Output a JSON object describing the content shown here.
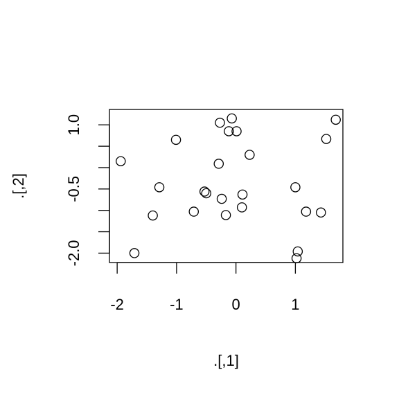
{
  "chart_data": {
    "type": "scatter",
    "title": "",
    "xlabel": ".[,1]",
    "ylabel": ".[,2]",
    "xlim": [
      -2.13,
      1.8
    ],
    "ylim": [
      -2.22,
      1.36
    ],
    "xticks": [
      -2,
      -1,
      0,
      1
    ],
    "xtick_labels": [
      "-2",
      "-1",
      "0",
      "1"
    ],
    "yticks": [
      -2.0,
      -1.5,
      -1.0,
      -0.5,
      0.0,
      0.5,
      1.0
    ],
    "ytick_labels": [
      "-2.0",
      "",
      "",
      "-0.5",
      "",
      "",
      "1.0"
    ],
    "grid": false,
    "legend": "none",
    "marker": "open-circle",
    "color": "#000000",
    "points": [
      {
        "x": -1.94,
        "y": 0.15
      },
      {
        "x": -1.01,
        "y": 0.65
      },
      {
        "x": -0.27,
        "y": 1.05
      },
      {
        "x": -0.07,
        "y": 1.15
      },
      {
        "x": -0.12,
        "y": 0.85
      },
      {
        "x": 0.01,
        "y": 0.85
      },
      {
        "x": 1.52,
        "y": 0.67
      },
      {
        "x": 1.68,
        "y": 1.12
      },
      {
        "x": -0.29,
        "y": 0.09
      },
      {
        "x": 0.23,
        "y": 0.3
      },
      {
        "x": -1.29,
        "y": -0.46
      },
      {
        "x": -0.53,
        "y": -0.56
      },
      {
        "x": -0.5,
        "y": -0.6
      },
      {
        "x": -0.24,
        "y": -0.73
      },
      {
        "x": 0.11,
        "y": -0.63
      },
      {
        "x": 0.1,
        "y": -0.93
      },
      {
        "x": -0.71,
        "y": -1.03
      },
      {
        "x": -0.17,
        "y": -1.11
      },
      {
        "x": -1.4,
        "y": -1.12
      },
      {
        "x": 1.0,
        "y": -0.46
      },
      {
        "x": 1.18,
        "y": -1.03
      },
      {
        "x": 1.43,
        "y": -1.05
      },
      {
        "x": -1.71,
        "y": -2.0
      },
      {
        "x": 1.04,
        "y": -1.96
      },
      {
        "x": 1.02,
        "y": -2.12
      }
    ]
  }
}
